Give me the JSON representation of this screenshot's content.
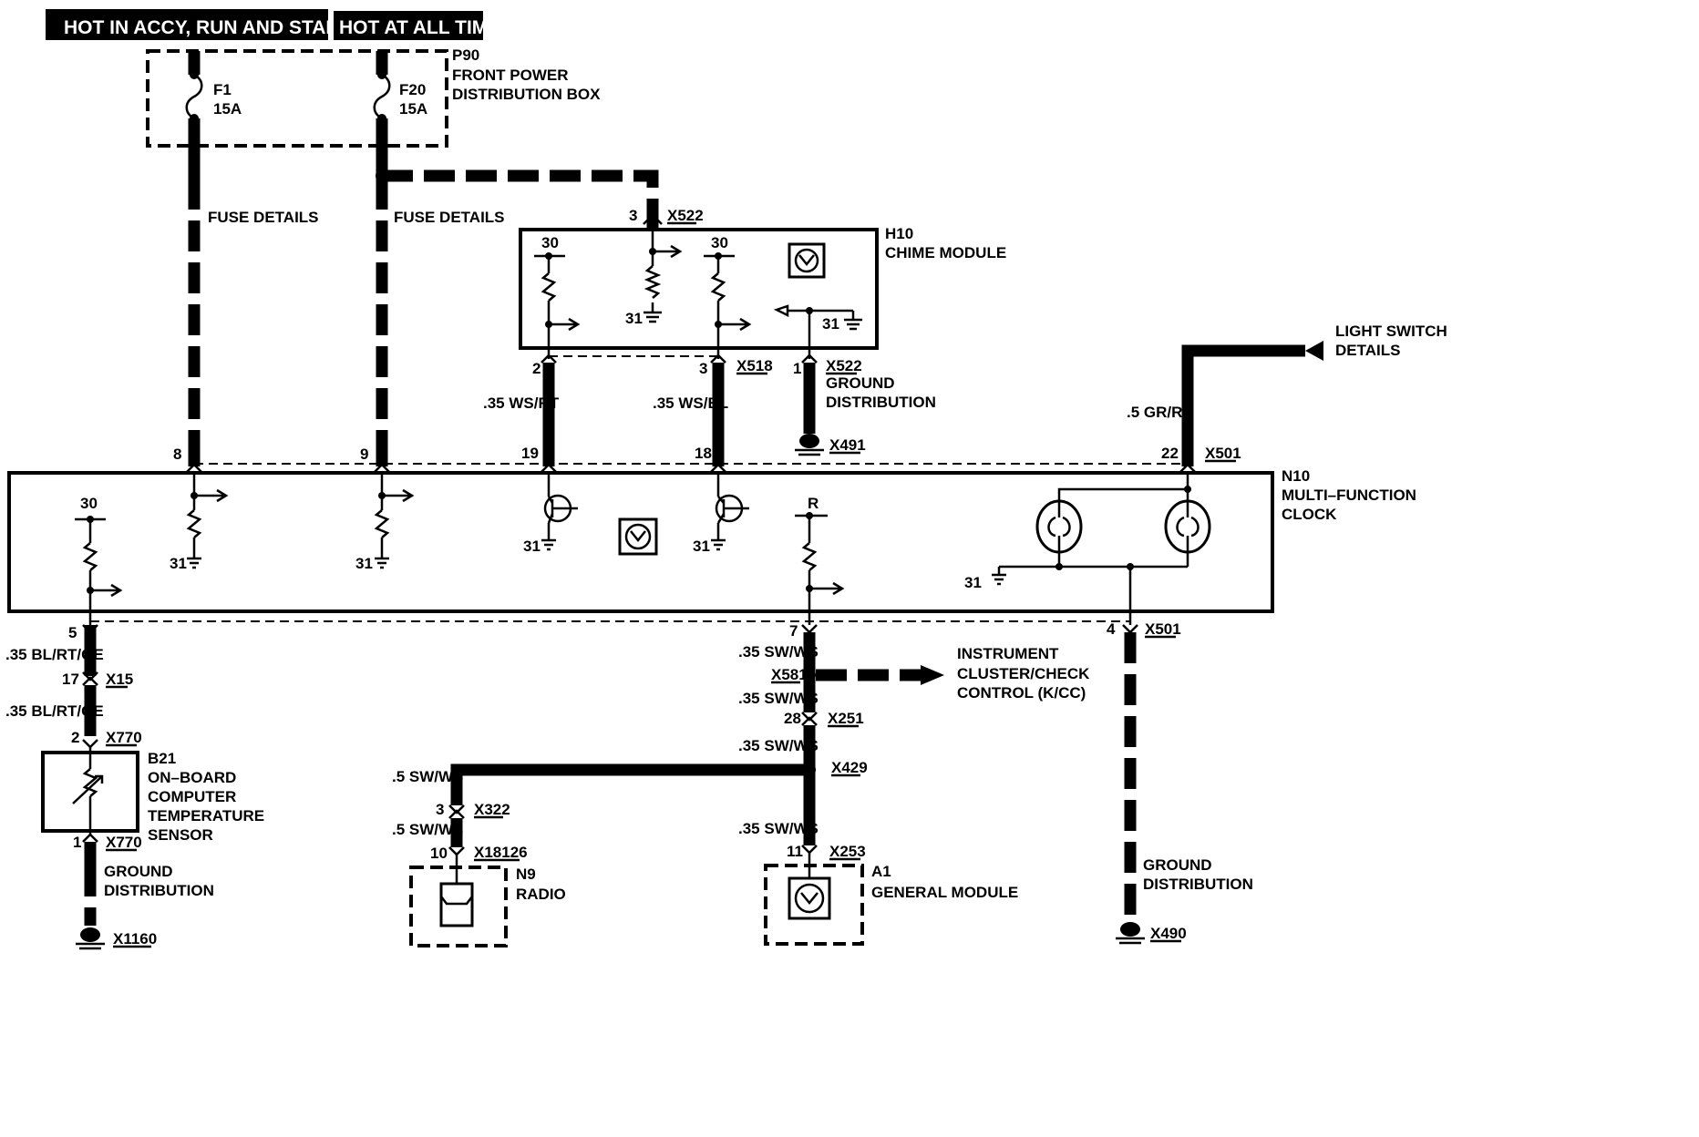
{
  "headers": {
    "accy_run_start": "HOT IN ACCY, RUN AND START",
    "all_times": "HOT AT ALL TIMES"
  },
  "components": {
    "p90": {
      "id": "P90",
      "line1": "FRONT POWER",
      "line2": "DISTRIBUTION BOX"
    },
    "h10": {
      "id": "H10",
      "name": "CHIME MODULE"
    },
    "n10": {
      "id": "N10",
      "line1": "MULTI–FUNCTION",
      "line2": "CLOCK"
    },
    "b21": {
      "id": "B21",
      "line1": "ON–BOARD",
      "line2": "COMPUTER",
      "line3": "TEMPERATURE",
      "line4": "SENSOR"
    },
    "n9": {
      "id": "N9",
      "name": "RADIO"
    },
    "a1": {
      "id": "A1",
      "name": "GENERAL MODULE"
    }
  },
  "fuses": {
    "f1": {
      "id": "F1",
      "rating": "15A"
    },
    "f20": {
      "id": "F20",
      "rating": "15A"
    }
  },
  "references": {
    "fuse_details": "FUSE DETAILS",
    "light_switch_1": "LIGHT SWITCH",
    "light_switch_2": "DETAILS",
    "ground_1": "GROUND",
    "ground_2": "DISTRIBUTION",
    "ikcc_1": "INSTRUMENT",
    "ikcc_2": "CLUSTER/CHECK",
    "ikcc_3": "CONTROL (K/CC)"
  },
  "connectors": {
    "x522": "X522",
    "x518": "X518",
    "x501": "X501",
    "x491": "X491",
    "x15": "X15",
    "x770": "X770",
    "x1160": "X1160",
    "x581": "X581",
    "x251": "X251",
    "x429": "X429",
    "x322": "X322",
    "x18126": "X18126",
    "x253": "X253",
    "x490": "X490"
  },
  "wires": {
    "ws_rt": ".35 WS/RT",
    "ws_bl": ".35 WS/BL",
    "gr_rt": ".5 GR/RT",
    "bl_rt_ge": ".35 BL/RT/GE",
    "sw_ws_035": ".35 SW/WS",
    "sw_ws_05": ".5 SW/WS"
  },
  "pins": {
    "p3": "3",
    "p2": "2",
    "p1": "1",
    "p8": "8",
    "p9": "9",
    "p19": "19",
    "p18": "18",
    "p22": "22",
    "p5": "5",
    "p7": "7",
    "p4": "4",
    "p17": "17",
    "p28": "28",
    "p10": "10",
    "p11": "11"
  },
  "terminals": {
    "t30": "30",
    "t31": "31",
    "tR": "R"
  }
}
